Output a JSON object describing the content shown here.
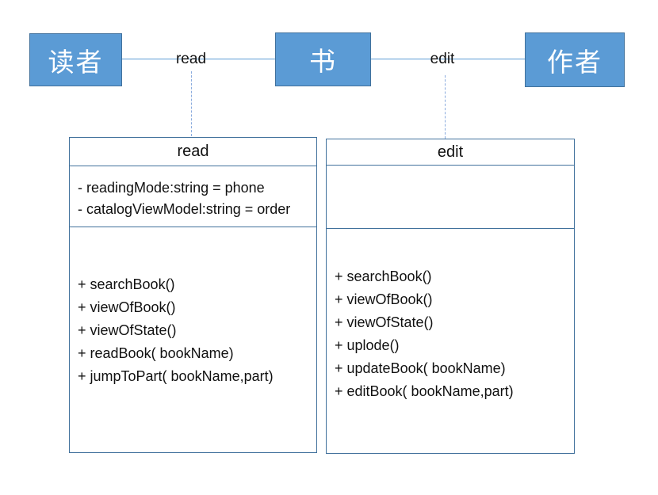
{
  "colors": {
    "entity_fill": "#5B9BD5",
    "entity_border": "#41719C",
    "entity_text": "#FFFFFF",
    "association_line": "#5B9BD5",
    "dashed_connector": "#8AABDE",
    "class_border": "#41719C",
    "text": "#111111",
    "background": "#FFFFFF"
  },
  "entities": [
    {
      "label": "读者"
    },
    {
      "label": "书"
    },
    {
      "label": "作者"
    }
  ],
  "relations": [
    {
      "label": "read"
    },
    {
      "label": "edit"
    }
  ],
  "classes": [
    {
      "title": "read",
      "attributes": [
        "- readingMode:string = phone",
        "- catalogViewModel:string = order"
      ],
      "methods": [
        "+ searchBook()",
        "+ viewOfBook()",
        "+ viewOfState()",
        "+ readBook( bookName)",
        "+ jumpToPart( bookName,part)"
      ]
    },
    {
      "title": "edit",
      "attributes": [],
      "methods": [
        "+ searchBook()",
        "+ viewOfBook()",
        "+ viewOfState()",
        "+ uplode()",
        "+ updateBook( bookName)",
        "+ editBook( bookName,part)"
      ]
    }
  ]
}
